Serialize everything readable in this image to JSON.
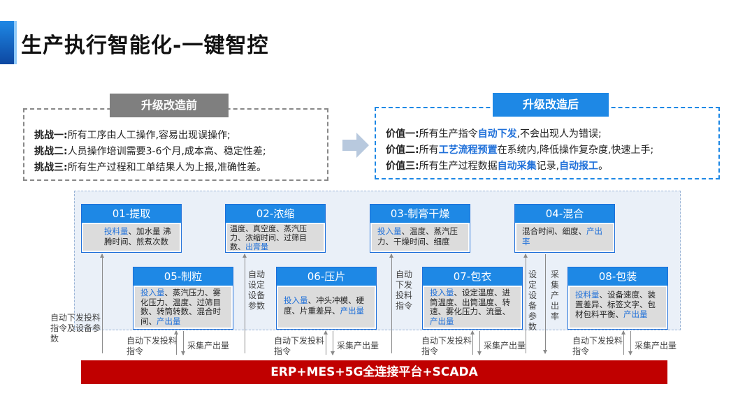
{
  "title": "生产执行智能化-一键智控",
  "before": {
    "tab": "升级改造前",
    "lines": [
      {
        "key": "挑战一:",
        "text": "所有工序由人工操作,容易出现误操作;"
      },
      {
        "key": "挑战二:",
        "text": "人员操作培训需要3-6个月,成本高、稳定性差;"
      },
      {
        "key": "挑战三:",
        "text": "所有生产过程和工单结果人为上报,准确性差。"
      }
    ]
  },
  "after": {
    "tab": "升级改造后",
    "line1": {
      "key": "价值一:",
      "a": "所有生产指令",
      "b": "自动下发",
      "c": ",不会出现人为错误;"
    },
    "line2": {
      "key": "价值二:",
      "a": "所有",
      "b": "工艺流程预置",
      "c": "在系统内,降低操作复杂度,快速上手;"
    },
    "line3": {
      "key": "价值三:",
      "a": "所有生产过程数据",
      "b": "自动采集",
      "c": "记录,",
      "d": "自动报工",
      "e": "。"
    }
  },
  "steps": {
    "s01": {
      "title": "01-提取",
      "hl": "投料量",
      "rest": "、加水量 沸腾时间、煎煮次数"
    },
    "s02": {
      "title": "02-浓缩",
      "pre": "温度、真空度、蒸汽压力、浓缩时间、过筛目数、",
      "hl": "出膏量"
    },
    "s03": {
      "title": "03-制膏干燥",
      "hl": "投入量",
      "rest": "、温度、蒸汽压力、干燥时间、细度"
    },
    "s04": {
      "title": "04-混合",
      "pre": "混合时间、细度、",
      "hl": "产出率"
    },
    "s05": {
      "title": "05-制粒",
      "hl": "投入量",
      "mid": "、蒸汽压力、雾化压力、温度、过筛目数、转筒转数、混合时间、",
      "hl2": "产出量"
    },
    "s06": {
      "title": "06-压片",
      "hl": "投入量",
      "mid": "、冲头冲模、硬度、片重差异、",
      "hl2": "产出量"
    },
    "s07": {
      "title": "07-包衣",
      "hl": "投入量",
      "mid": "、设定温度、进筒温度、出筒温度、转速、雾化压力、流量、",
      "hl2": "产出量"
    },
    "s08": {
      "title": "08-包装",
      "hl": "投料量",
      "mid": "、设备速度、装置差异、标签文字、包材包料平衡、",
      "hl2": "产出量"
    }
  },
  "labels": {
    "left_side": "自动下发投料指令及设备参数",
    "auto_set": "自动设定设备参数",
    "auto_dispatch": "自动下发投料指令",
    "set_params": "设定设备参数",
    "collect_rate": "采集产出率",
    "bottom_dispatch": "自动下发投料指令",
    "bottom_collect": "采集产出量"
  },
  "platform": "ERP+MES+5G全连接平台+SCADA",
  "colors": {
    "accent": "#1e88e5",
    "platform": "#c00000",
    "before_tab": "#7f7f7f"
  }
}
